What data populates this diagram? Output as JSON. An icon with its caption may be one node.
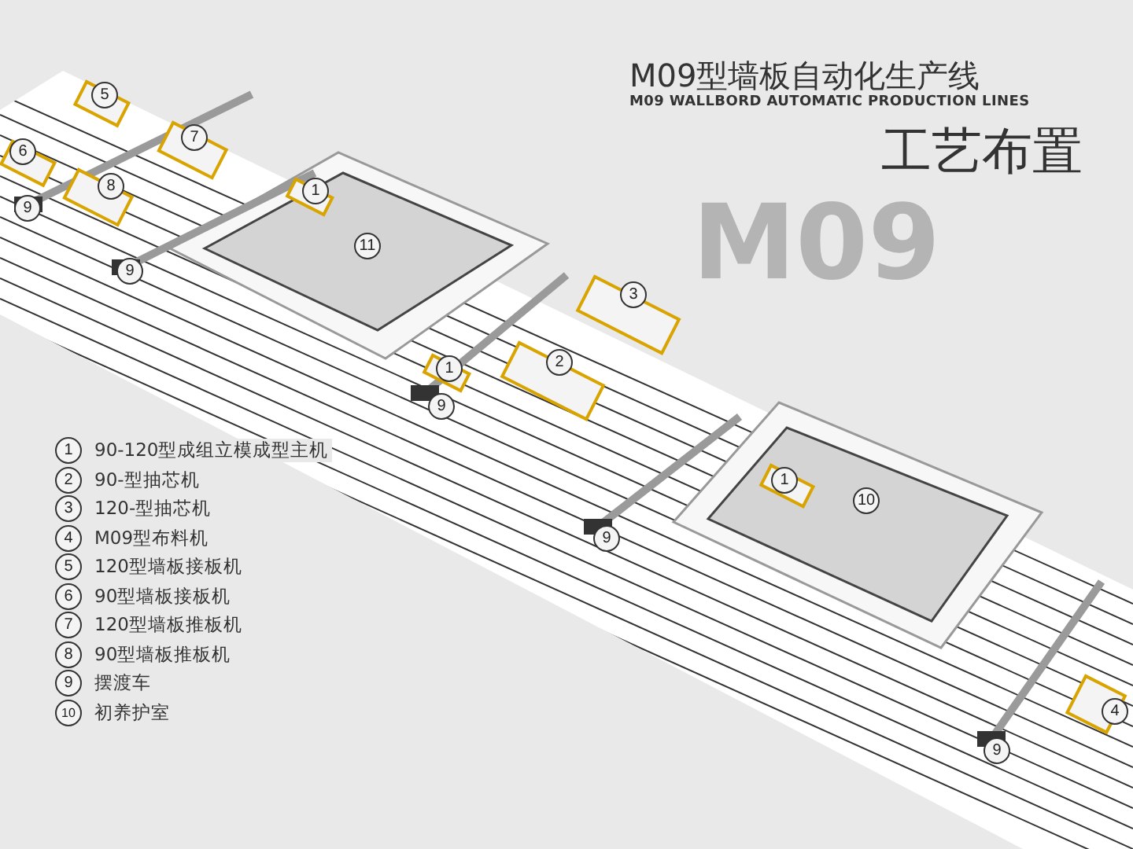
{
  "diagram": {
    "title": "M09型墙板自动化生产线",
    "labels": [
      "M09 WALLBORD AUTOMATIC PRODUCTION LINES",
      "工艺布置",
      "M09",
      "5",
      "6",
      "7",
      "8",
      "9",
      "1",
      "11",
      "9",
      "3",
      "1",
      "2",
      "9",
      "1",
      "10",
      "9",
      "4",
      "9",
      "1",
      "90-120型成组立模成型主机",
      "2",
      "90-型抽芯机",
      "3",
      "120-型抽芯机",
      "4",
      "M09型布料机",
      "5",
      "120型墙板接板机",
      "6",
      "90型墙板接板机",
      "7",
      "120型墙板推板机",
      "8",
      "90型墙板推板机",
      "9",
      "摆渡车",
      "10",
      "初养护室"
    ]
  }
}
